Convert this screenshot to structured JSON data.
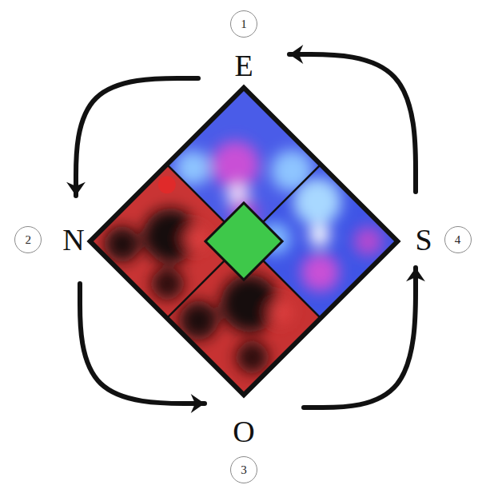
{
  "diagram": {
    "nodes": [
      {
        "text": [
          "1",
          "E"
        ]
      },
      {
        "text": [
          "2",
          "N"
        ]
      },
      {
        "text": [
          "O",
          "3"
        ]
      },
      {
        "text": [
          "S",
          "4"
        ]
      }
    ],
    "edges": [
      {
        "from": 0,
        "to": 1,
        "arrow": "to"
      },
      {
        "from": 1,
        "to": 2,
        "arrow": "to"
      },
      {
        "from": 2,
        "to": 3,
        "arrow": "to"
      },
      {
        "from": 3,
        "to": 0,
        "arrow": "to"
      }
    ]
  }
}
